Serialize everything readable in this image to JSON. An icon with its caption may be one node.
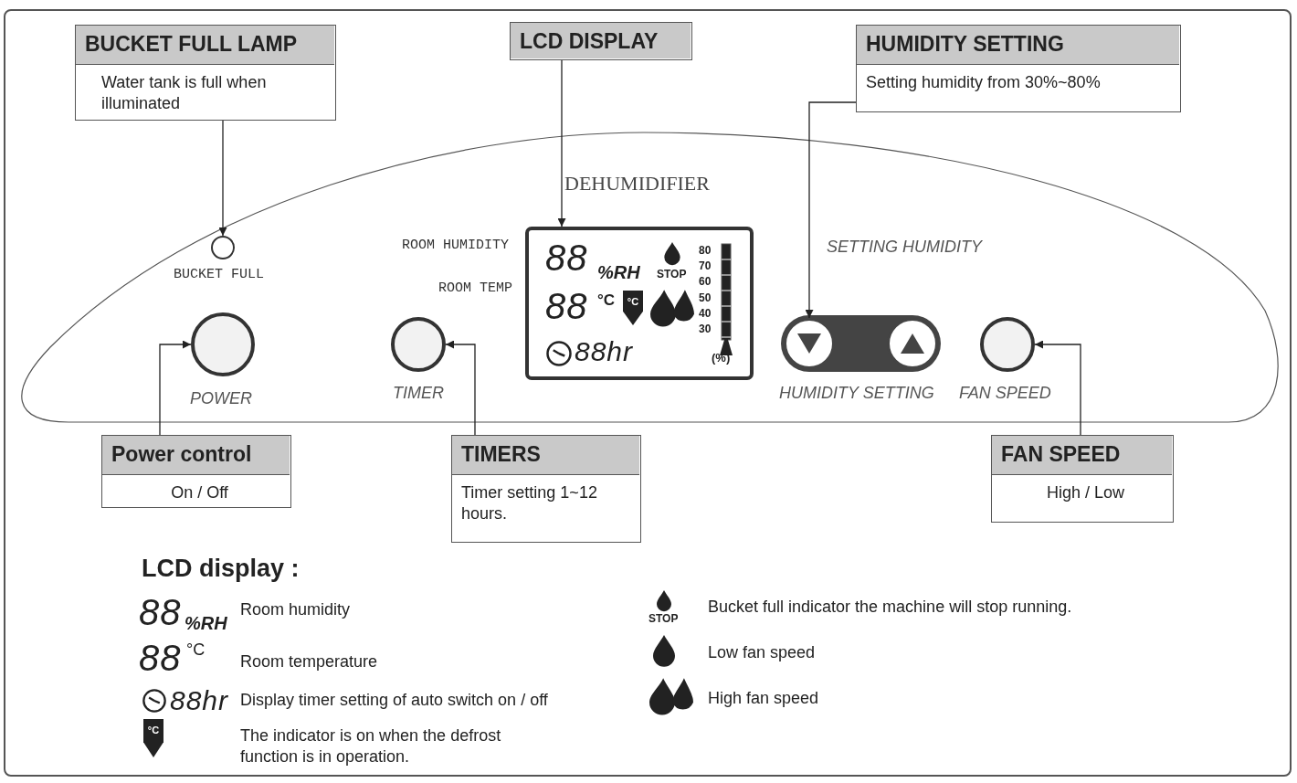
{
  "diagram": {
    "nodes": [
      {
        "text": [
          "BUCKET FULL LAMP",
          "Water tank is full when illuminated"
        ]
      },
      {
        "text": [
          "LCD DISPLAY"
        ]
      },
      {
        "text": [
          "HUMIDITY SETTING",
          "Setting humidity from 30%~80%"
        ]
      },
      {
        "text": [
          "DEHUMIDIFIER"
        ]
      },
      {
        "text": [],
        "shape": "circle",
        "in": 3,
        "beside": [
          "BUCKET FULL"
        ]
      },
      {
        "text": [
          "88",
          "%RH",
          "STOP",
          "88",
          "°C",
          "°C",
          "88hr",
          "80",
          "70",
          "60",
          "50",
          "40",
          "30",
          "(%)"
        ],
        "in": 3,
        "beside": [
          "ROOM HUMIDITY",
          "ROOM TEMP"
        ]
      },
      {
        "text": [],
        "shape": "circle",
        "in": 3,
        "beside": [
          "POWER"
        ]
      },
      {
        "text": [],
        "shape": "circle",
        "in": 3,
        "beside": [
          "TIMER"
        ]
      },
      {
        "text": [],
        "shape": "bar",
        "in": 3,
        "beside": [
          "SETTING HUMIDITY",
          "HUMIDITY SETTING"
        ]
      },
      {
        "text": [],
        "shape": "circle",
        "in": 8
      },
      {
        "text": [],
        "shape": "circle",
        "in": 8
      },
      {
        "text": [],
        "shape": "circle",
        "in": 3,
        "beside": [
          "FAN SPEED"
        ]
      },
      {
        "text": [
          "Power control",
          "On / Off"
        ]
      },
      {
        "text": [
          "TIMERS",
          "Timer setting 1~12 hours."
        ]
      },
      {
        "text": [
          "FAN SPEED",
          "High / Low"
        ]
      }
    ],
    "edges": [
      {
        "from": 0,
        "to": 4,
        "arrow": "to"
      },
      {
        "from": 1,
        "to": 5,
        "arrow": "to"
      },
      {
        "from": 2,
        "to": 9,
        "arrow": "to"
      },
      {
        "from": 12,
        "to": 6,
        "arrow": "to"
      },
      {
        "from": 13,
        "to": 7,
        "arrow": "to"
      },
      {
        "from": 14,
        "to": 11,
        "arrow": "to"
      }
    ],
    "labels": [
      "LCD display :",
      "88",
      "%RH",
      "Room humidity",
      "88",
      "°C",
      "Room temperature",
      "88hr",
      "Display timer setting of auto switch on / off",
      "°C",
      "The indicator is on when the defrost function is in operation.",
      "STOP",
      "Bucket full indicator the machine will stop running.",
      "Low fan speed",
      "High fan speed"
    ]
  }
}
